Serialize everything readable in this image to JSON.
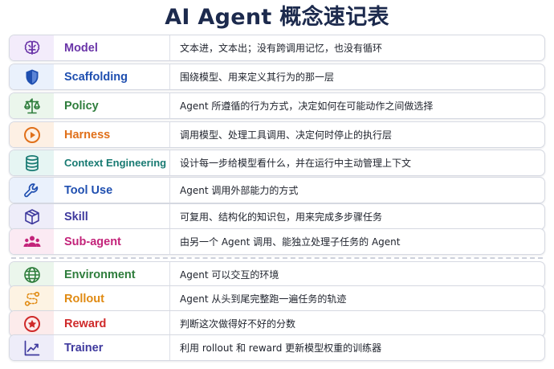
{
  "title": "AI Agent 概念速记表",
  "rows": [
    {
      "name": "Model",
      "desc": "文本进，文本出；没有跨调用记忆，也没有循环",
      "icon": "brain-icon",
      "color": "#6a35a8",
      "bg": "#f3ecfb"
    },
    {
      "name": "Scaffolding",
      "desc": "围绕模型、用来定义其行为的那一层",
      "icon": "shield-icon",
      "color": "#1f4fb0",
      "bg": "#eaf1fc"
    },
    {
      "name": "Policy",
      "desc": "Agent 所遵循的行为方式，决定如何在可能动作之间做选择",
      "icon": "scales-icon",
      "color": "#2e7d3c",
      "bg": "#ebf6ec"
    },
    {
      "name": "Harness",
      "desc": "调用模型、处理工具调用、决定何时停止的执行层",
      "icon": "play-circle-icon",
      "color": "#e0701a",
      "bg": "#fdf0e4"
    },
    {
      "name": "Context Engineering",
      "desc": "设计每一步给模型看什么，并在运行中主动管理上下文",
      "icon": "database-icon",
      "color": "#187a72",
      "bg": "#e6f5f3"
    },
    {
      "name": "Tool Use",
      "desc": "Agent 调用外部能力的方式",
      "icon": "wrench-icon",
      "color": "#1f4fb0",
      "bg": "#eaf1fc"
    },
    {
      "name": "Skill",
      "desc": "可复用、结构化的知识包，用来完成多步骤任务",
      "icon": "package-icon",
      "color": "#3f3a9e",
      "bg": "#eeedf9"
    },
    {
      "name": "Sub-agent",
      "desc": "由另一个 Agent 调用、能独立处理子任务的 Agent",
      "icon": "users-icon",
      "color": "#c3247a",
      "bg": "#fbeaf3"
    },
    {
      "name": "Environment",
      "desc": "Agent 可以交互的环境",
      "icon": "globe-icon",
      "color": "#2e7d3c",
      "bg": "#ebf6ec"
    },
    {
      "name": "Rollout",
      "desc": "Agent 从头到尾完整跑一遍任务的轨迹",
      "icon": "route-icon",
      "color": "#e08a12",
      "bg": "#fdf3e3"
    },
    {
      "name": "Reward",
      "desc": "判断这次做得好不好的分数",
      "icon": "star-badge-icon",
      "color": "#cf2a2a",
      "bg": "#fcebeb"
    },
    {
      "name": "Trainer",
      "desc": "利用 rollout 和 reward 更新模型权重的训练器",
      "icon": "trend-chart-icon",
      "color": "#3f3a9e",
      "bg": "#eeedf9"
    }
  ]
}
